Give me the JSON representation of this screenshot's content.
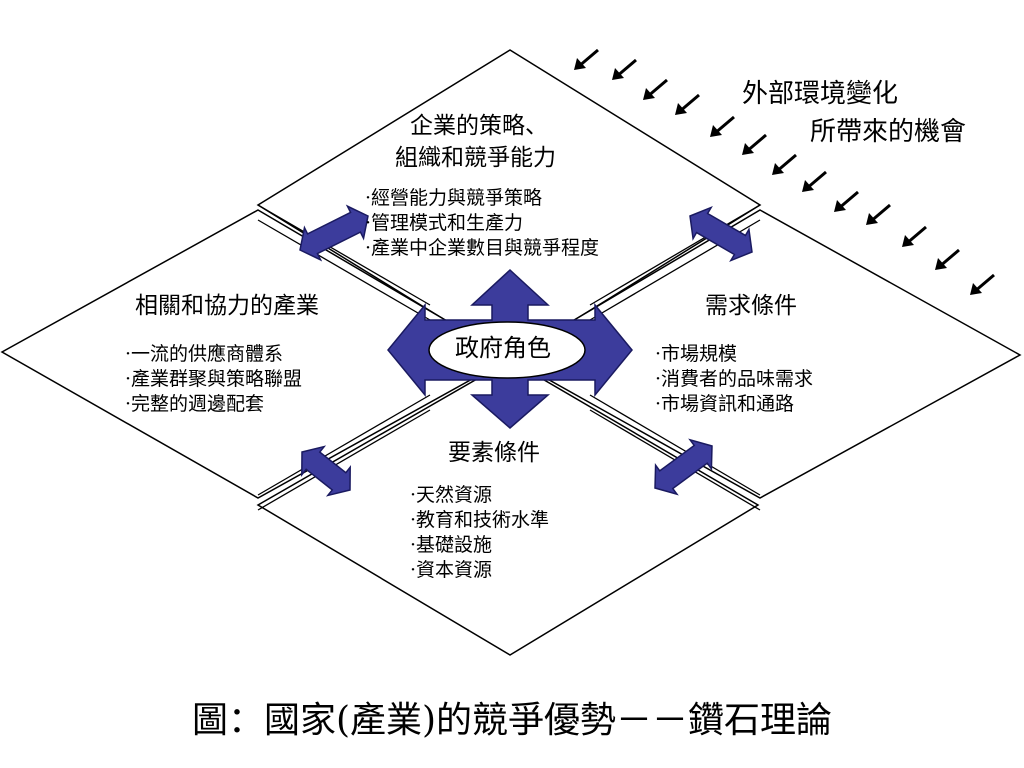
{
  "external": {
    "line1": "外部環境變化",
    "line2": "所帶來的機會"
  },
  "top_box": {
    "title_line1": "企業的策略、",
    "title_line2": "組織和競爭能力",
    "items": [
      "經營能力與競爭策略",
      "管理模式和生產力",
      "產業中企業數目與競爭程度"
    ]
  },
  "left_box": {
    "title": "相關和協力的產業",
    "items": [
      "一流的供應商體系",
      "產業群聚與策略聯盟",
      "完整的週邊配套"
    ]
  },
  "right_box": {
    "title": "需求條件",
    "items": [
      "市場規模",
      "消費者的品味需求",
      "市場資訊和通路"
    ]
  },
  "bottom_box": {
    "title": "要素條件",
    "items": [
      "天然資源",
      "教育和技術水準",
      "基礎設施",
      "資本資源"
    ]
  },
  "center": {
    "label": "政府角色"
  },
  "caption": "圖：國家(產業)的競爭優勢－－鑽石理論",
  "colors": {
    "arrow_fill": "#3c3c9c",
    "arrow_stroke": "#1a1a60",
    "outline": "#000000"
  }
}
